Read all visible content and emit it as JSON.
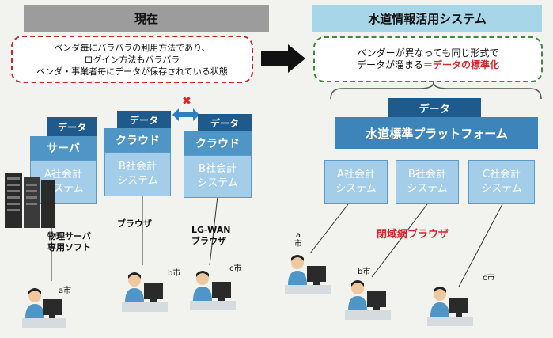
{
  "left": {
    "header": "現在",
    "note": [
      "ベンダ毎にバラバラの利用方法であり、",
      "ログイン方法もバラバラ",
      "ベンダ・事業者毎にデータが保存されている状態"
    ],
    "data_label": "データ",
    "systems": [
      {
        "top": "サーバ",
        "lines": [
          "A社会計",
          "システム"
        ]
      },
      {
        "top": "クラウド",
        "lines": [
          "B社会計",
          "システム"
        ]
      },
      {
        "top": "クラウド",
        "lines": [
          "B社会計",
          "システム"
        ]
      }
    ],
    "exchange_mark": "✖",
    "labels": {
      "physical_server": [
        "物理サーバ",
        "専用ソフト"
      ],
      "browser": "ブラウザ",
      "lgwan": [
        "LG-WAN",
        "ブラウザ"
      ]
    },
    "cities": [
      "a市",
      "b市",
      "c市"
    ]
  },
  "right": {
    "header": "水道情報活用システム",
    "note": {
      "line1": "ベンダーが異なっても同じ形式で",
      "line2_prefix": "データが溜まる",
      "line2_highlight": "＝データの標準化"
    },
    "data_label": "データ",
    "platform": "水道標準プラットフォーム",
    "systems": [
      [
        "A社会計",
        "システム"
      ],
      [
        "B社会計",
        "システム"
      ],
      [
        "C社会計",
        "システム"
      ]
    ],
    "closed_network": "閉域網ブラウザ",
    "cities": [
      "a",
      "市",
      "b市",
      "c市"
    ]
  },
  "colors": {
    "dark_blue": "#1f5a8c",
    "mid_blue": "#4f96c6",
    "light_blue": "#a3cde8",
    "red": "#d8262e",
    "green": "#3a8c3a"
  }
}
